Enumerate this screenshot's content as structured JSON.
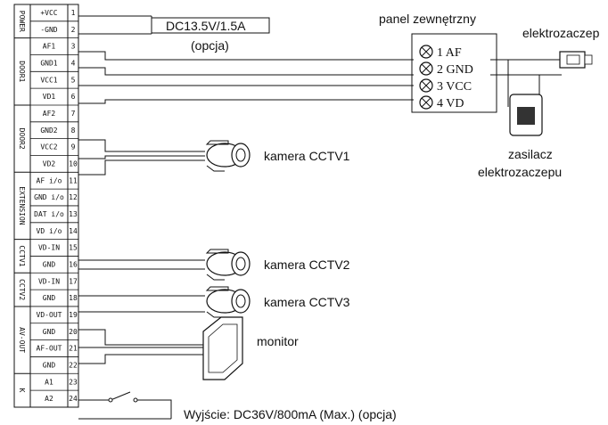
{
  "terminal_block": {
    "groups": [
      {
        "label": "POWER"
      },
      {
        "label": "DOOR1"
      },
      {
        "label": "DOOR2"
      },
      {
        "label": "EXTENSION"
      },
      {
        "label": "CCTV1"
      },
      {
        "label": "CCTV2"
      },
      {
        "label": "AV-OUT"
      },
      {
        "label": "K"
      }
    ],
    "pins": [
      {
        "name": "+VCC",
        "num": "1"
      },
      {
        "name": "-GND",
        "num": "2"
      },
      {
        "name": "AF1",
        "num": "3"
      },
      {
        "name": "GND1",
        "num": "4"
      },
      {
        "name": "VCC1",
        "num": "5"
      },
      {
        "name": "VD1",
        "num": "6"
      },
      {
        "name": "AF2",
        "num": "7"
      },
      {
        "name": "GND2",
        "num": "8"
      },
      {
        "name": "VCC2",
        "num": "9"
      },
      {
        "name": "VD2",
        "num": "10"
      },
      {
        "name": "AF i/o",
        "num": "11"
      },
      {
        "name": "GND i/o",
        "num": "12"
      },
      {
        "name": "DAT i/o",
        "num": "13"
      },
      {
        "name": "VD i/o",
        "num": "14"
      },
      {
        "name": "VD-IN",
        "num": "15"
      },
      {
        "name": "GND",
        "num": "16"
      },
      {
        "name": "VD-IN",
        "num": "17"
      },
      {
        "name": "GND",
        "num": "18"
      },
      {
        "name": "VD-OUT",
        "num": "19"
      },
      {
        "name": "GND",
        "num": "20"
      },
      {
        "name": "AF-OUT",
        "num": "21"
      },
      {
        "name": "GND",
        "num": "22"
      },
      {
        "name": "A1",
        "num": "23"
      },
      {
        "name": "A2",
        "num": "24"
      }
    ]
  },
  "power_supply": {
    "label": "DC13.5V/1.5A",
    "note": "(opcja)"
  },
  "outdoor_panel": {
    "title": "panel zewnętrzny",
    "terminals": [
      "1 AF",
      "2 GND",
      "3 VCC",
      "4 VD"
    ]
  },
  "door_lock": {
    "label": "elektrozaczep"
  },
  "lock_psu": {
    "label_line1": "zasilacz",
    "label_line2": "elektrozaczepu"
  },
  "cameras": [
    {
      "label": "kamera CCTV1"
    },
    {
      "label": "kamera CCTV2"
    },
    {
      "label": "kamera CCTV3"
    }
  ],
  "monitor": {
    "label": "monitor"
  },
  "relay_output": {
    "label": "Wyjście: DC36V/800mA (Max.)  (opcja)"
  }
}
